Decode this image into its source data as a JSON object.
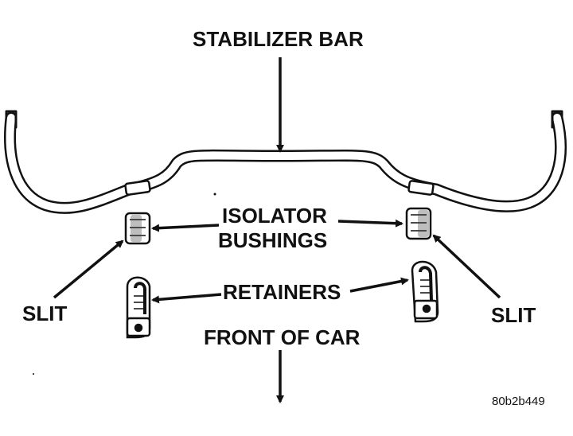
{
  "labels": {
    "stabilizer_bar": "STABILIZER BAR",
    "isolator_line1": "ISOLATOR",
    "isolator_line2": "BUSHINGS",
    "retainers": "RETAINERS",
    "slit_left": "SLIT",
    "slit_right": "SLIT",
    "front_of_car": "FRONT OF CAR",
    "figure_id": "80b2b449"
  },
  "colors": {
    "ink": "#111111",
    "background": "#ffffff"
  }
}
